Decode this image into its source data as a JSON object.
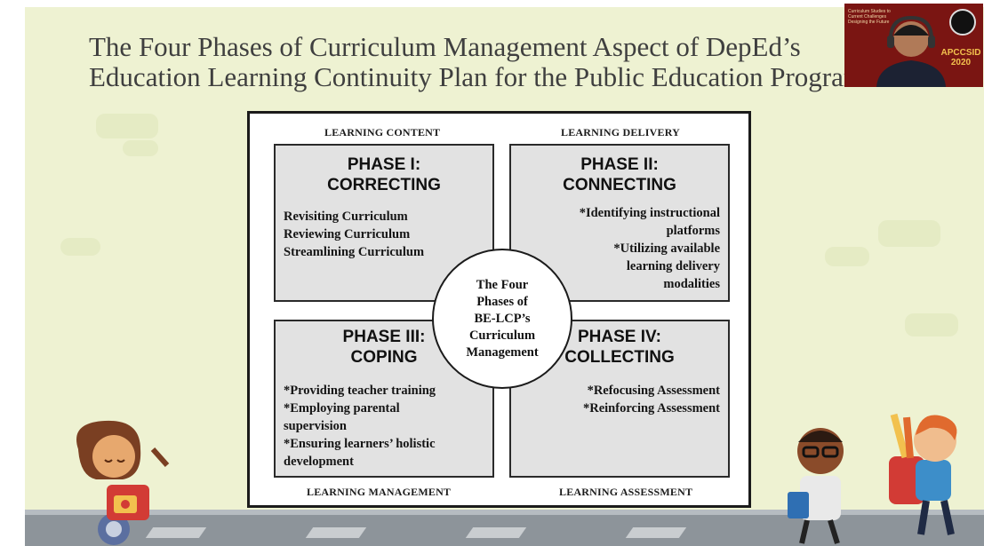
{
  "slide": {
    "title_line1": "The Four Phases of Curriculum Management Aspect of DepEd’s",
    "title_line2": "Education Learning Continuity Plan for the Public Education Program"
  },
  "diagram": {
    "labels": {
      "top_left": "LEARNING CONTENT",
      "top_right": "LEARNING DELIVERY",
      "bottom_left": "LEARNING MANAGEMENT",
      "bottom_right": "LEARNING ASSESSMENT"
    },
    "center": [
      "The Four",
      "Phases of",
      "BE-LCP’s",
      "Curriculum",
      "Management"
    ],
    "phases": [
      {
        "title1": "PHASE I:",
        "title2": "CORRECTING",
        "items": [
          "Revisiting Curriculum",
          "Reviewing Curriculum",
          "Streamlining Curriculum"
        ]
      },
      {
        "title1": "PHASE II:",
        "title2": "CONNECTING",
        "items": [
          "*Identifying instructional",
          "platforms",
          "*Utilizing available",
          "learning delivery",
          "modalities"
        ]
      },
      {
        "title1": "PHASE III:",
        "title2": "COPING",
        "items": [
          "*Providing teacher training",
          "*Employing parental",
          "supervision",
          "*Ensuring learners’ holistic",
          "development"
        ]
      },
      {
        "title1": "PHASE IV:",
        "title2": "COLLECTING",
        "items": [
          "*Refocusing Assessment",
          "*Reinforcing Assessment"
        ]
      }
    ]
  },
  "webcam": {
    "overlay_lines": [
      "APCCSID",
      "2020"
    ],
    "banner_small": "Curriculum Studies to Current Challenges Designing the Future",
    "icon": "user-video-icon"
  },
  "colors": {
    "slide_background": "#eef2d2",
    "panel": "#e2e2e2",
    "road": "#8d949a",
    "webcam_bg": "#7a1512"
  }
}
